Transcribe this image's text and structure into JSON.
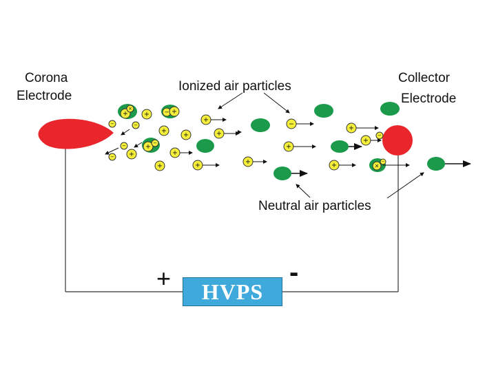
{
  "labels": {
    "corona_line1": "Corona",
    "corona_line2": "Electrode",
    "collector_line1": "Collector",
    "collector_line2": "Electrode",
    "ionized": "Ionized air particles",
    "neutral": "Neutral air particles"
  },
  "power_supply": {
    "label": "HVPS",
    "positive_sign": "+",
    "negative_sign": "-"
  },
  "particle_symbols": {
    "positive": "+",
    "negative": "−",
    "crossed": "×"
  },
  "colors": {
    "corona_electrode": "#e8262c",
    "collector_electrode": "#e8262c",
    "ion": "#f5ee3b",
    "neutral_particle": "#1a9a4a",
    "power_supply": "#3fa9dc",
    "wire": "#333333"
  }
}
